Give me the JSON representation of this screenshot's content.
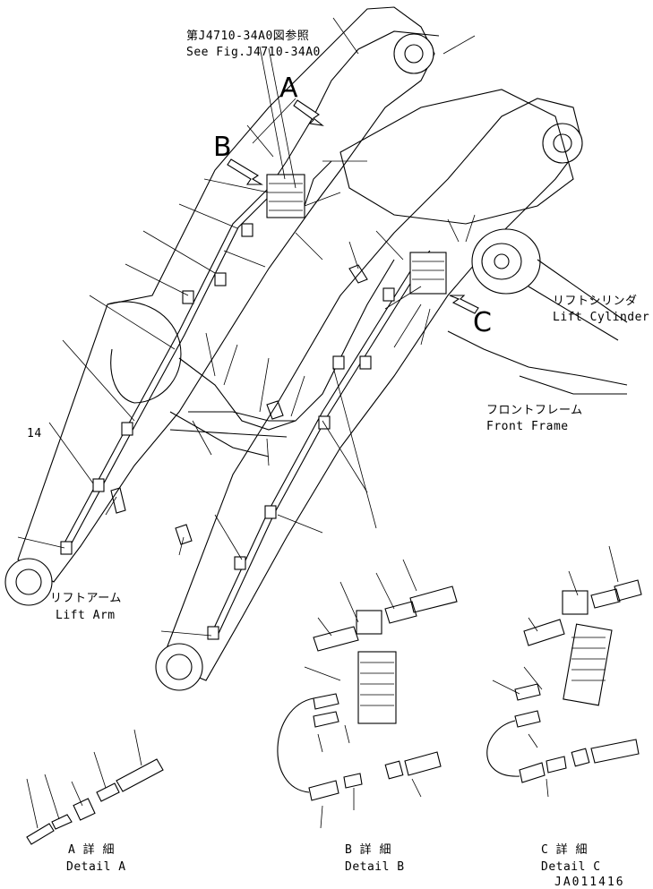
{
  "references": {
    "see_fig_jp": "第J4710-34A0図参照",
    "see_fig_en": "See Fig.J4710-34A0"
  },
  "callouts": {
    "a": "A",
    "b": "B",
    "c": "C"
  },
  "parts": {
    "lift_cylinder_jp": "リフトシリンダ",
    "lift_cylinder_en": "Lift Cylinder",
    "front_frame_jp": "フロントフレーム",
    "front_frame_en": "Front Frame",
    "lift_arm_jp": "リフトアーム",
    "lift_arm_en": "Lift Arm"
  },
  "item_number": "14",
  "details": {
    "a_jp": "A 詳 細",
    "a_en": "Detail A",
    "b_jp": "B 詳 細",
    "b_en": "Detail B",
    "c_jp": "C 詳 細",
    "c_en": "Detail C"
  },
  "drawing_number": "JA011416",
  "colors": {
    "line": "#000000",
    "background": "#ffffff"
  }
}
